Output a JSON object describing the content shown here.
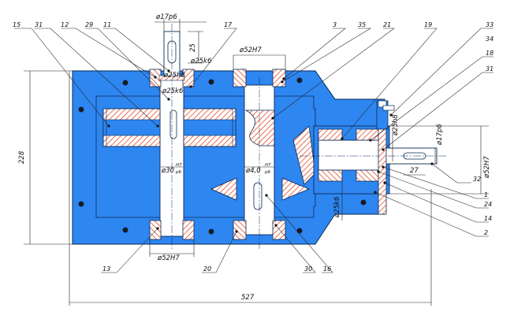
{
  "colors": {
    "body_fill": "#2e86f0",
    "body_stroke": "#0a2a55",
    "cavity_fill": "#2e86f0",
    "shaft_fill": "#ffffff",
    "hatch": "#e24a2a",
    "dimension_line": "#222222",
    "mark": "#111111"
  },
  "leader_labels": {
    "n15": "15",
    "n31a": "31",
    "n12": "12",
    "n29": "29",
    "n11": "11",
    "n17": "17",
    "n3": "3",
    "n35": "35",
    "n21": "21",
    "n19": "19",
    "n33": "33",
    "n34": "34",
    "n18": "18",
    "n31b": "31",
    "n32": "32",
    "n1": "1",
    "n24": "24",
    "n14": "14",
    "n2": "2",
    "n13": "13",
    "n20": "20",
    "n30": "30",
    "n16": "16"
  },
  "dimensions": {
    "d17p6_top": "ø17p6",
    "len25": "25",
    "d25h8_top": "ø25h8",
    "d25k6_a": "ø25k6",
    "d25k6_b": "ø25k6",
    "d52H7_top": "ø52H7",
    "d30": "ø30",
    "d30_fit_top": "H7",
    "d30_fit_bot": "p6",
    "d40": "ø4,0",
    "d40_fit_top": "H7",
    "d40_fit_bot": "p6",
    "d52H7_bottom": "ø52H7",
    "d25k6_right": "ø25k6",
    "d25h8_right": "ø25h8",
    "d17p6_right": "ø17p6",
    "d52H7_right": "ø52H7",
    "len27": "27",
    "height228": "228",
    "width527": "527"
  }
}
